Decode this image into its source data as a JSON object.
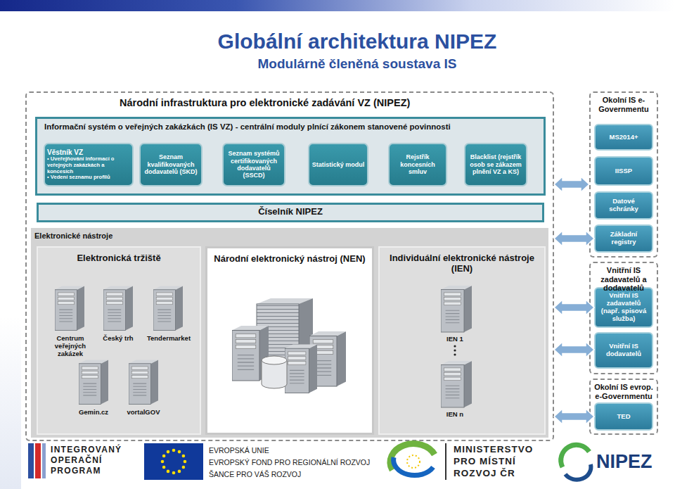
{
  "diagram": {
    "title": "Globální architektura NIPEZ",
    "nodes": [
      {
        "text": [
          "Národní infrastruktura pro elektronické zadávání VZ (NIPEZ)"
        ]
      },
      {
        "text": [
          "Informační systém o veřejných zakázkách (IS VZ) - centrální moduly plnící zákonem stanovené povinnosti"
        ],
        "in": 0
      },
      {
        "text": [
          "Věstník VZ",
          "• Uveřejňování informací o veřejných zakázkách a koncesích",
          "• Vedení seznamu profilů"
        ],
        "in": 1
      },
      {
        "text": [
          "Seznam kvalifikovaných dodavatelů (SKD)"
        ],
        "in": 1
      },
      {
        "text": [
          "Seznam systémů certifikovaných dodavatelů (SSCD)"
        ],
        "in": 1
      },
      {
        "text": [
          "Statistický modul"
        ],
        "in": 1
      },
      {
        "text": [
          "Rejstřík koncesních smluv"
        ],
        "in": 1
      },
      {
        "text": [
          "Blacklist (rejstřík osob se zákazem plnění VZ a KS)"
        ],
        "in": 1
      },
      {
        "text": [
          "Číselník NIPEZ"
        ],
        "in": 0
      },
      {
        "text": [
          "Elektronické nástroje"
        ],
        "in": 0
      },
      {
        "text": [
          "Elektronická tržiště"
        ],
        "in": 9
      },
      {
        "text": [
          "Národní elektronický nástroj (NEN)"
        ],
        "in": 9
      },
      {
        "text": [
          "Individuální elektronické nástroje (IEN)"
        ],
        "in": 9
      },
      {
        "text": [
          "Okolní IS e-Governmentu"
        ]
      },
      {
        "text": [
          "MS2014+"
        ],
        "in": 13
      },
      {
        "text": [
          "IISSP"
        ],
        "in": 13
      },
      {
        "text": [
          "Datové schránky"
        ],
        "in": 13
      },
      {
        "text": [
          "Základní registry"
        ],
        "in": 13
      },
      {
        "text": [
          "Vnitřní IS zadavatelů a dodavatelů"
        ]
      },
      {
        "text": [
          "Vnitřní IS zadavatelů (např. spisová služba)"
        ],
        "in": 18
      },
      {
        "text": [
          "Vnitřní IS dodavatelů"
        ],
        "in": 18
      },
      {
        "text": [
          "Okolní IS evrop. e-Governmentu"
        ]
      },
      {
        "text": [
          "TED"
        ],
        "in": 21
      }
    ],
    "edges": [
      {
        "from": 0,
        "to": 13,
        "arrow": "both"
      },
      {
        "from": 0,
        "to": 17,
        "arrow": "both"
      },
      {
        "from": 0,
        "to": 19,
        "arrow": "both"
      },
      {
        "from": 0,
        "to": 20,
        "arrow": "both"
      },
      {
        "from": 0,
        "to": 22,
        "arrow": "both"
      }
    ],
    "labels": [
      "Modulárně členěná soustava IS",
      "Centrum veřejných zakázek",
      "Český trh",
      "Tendermarket",
      "Gemin.cz",
      "vortalGOV",
      "IEN 1",
      "IEN n",
      "INTEGROVANÝ OPERAČNÍ PROGRAM",
      "EVROPSKÁ UNIE",
      "EVROPSKÝ FOND PRO REGIONÁLNÍ ROZVOJ",
      "ŠANCE PRO VÁŠ ROZVOJ",
      "MINISTERSTVO PRO MÍSTNÍ ROZVOJ ČR",
      "NIPEZ"
    ]
  }
}
